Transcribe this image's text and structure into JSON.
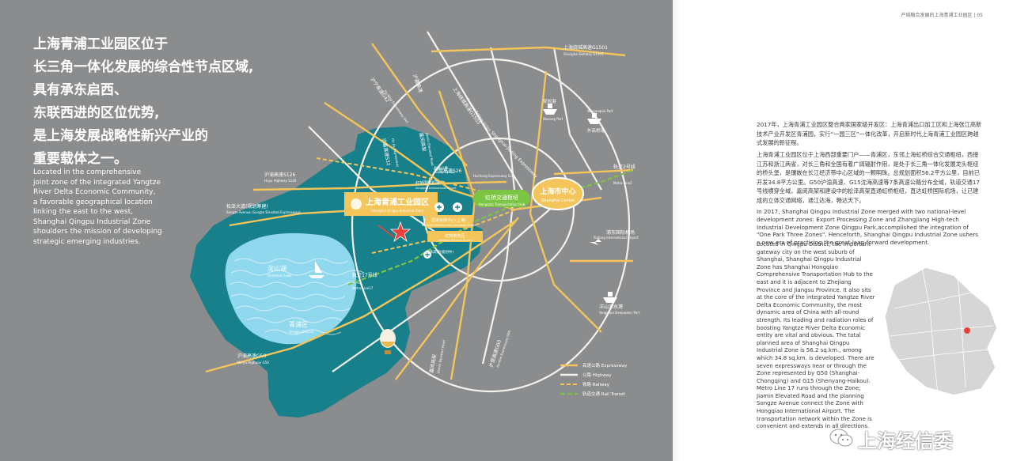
{
  "headline_cn": [
    "上海青浦工业园区位于",
    "长三角一体化发展的综合性节点区域,",
    "具有承东启西、",
    "东联西进的区位优势,",
    "是上海发展战略性新兴产业的",
    "重要载体之一。"
  ],
  "headline_en": [
    "Located in the comprehensive",
    "joint zone of the integrated Yangtze",
    "River Delta Economic Community,",
    "a favorable geographical location",
    "linking the east to the west,",
    "Shanghai Qingpu Industrial Zone",
    "shoulders the mission of developing",
    "strategic emerging industries."
  ],
  "map": {
    "colors": {
      "panel": "#8a8c8e",
      "zone": "#17808a",
      "lake": "#8fd8ee",
      "expressway": "#f3c55a",
      "highway": "#f4f1ea",
      "railway": "#f3c55a",
      "rail_transit": "#7cc443",
      "center": "#f3c55a",
      "star": "#e6443a"
    },
    "labels": {
      "g1501": "上海绕城高速G1501",
      "g1501_en": "Shanghai Beltway G1501",
      "g42": "沪宁高速G42",
      "g42_en": "Hu-Ning Expressway G42",
      "s5": "沪嘉高速",
      "s26": "沪常高速S26",
      "s26_en": "Huchang Expressway S26",
      "g1503": "上海绕城高速G1503",
      "g1503_en": "Shanghai Beltway G1503",
      "s5_en": "Shanghai-Jiading Expressway",
      "wusong": "吴淞港",
      "wusong_en": "Wusong Port",
      "waigaoqiao": "外高桥港",
      "waigaoqiao_en": "Waigaoqiao Port",
      "metro2": "轨交2号线",
      "metro2_en": "Metro Line2",
      "pudong_airport": "浦东国际机场",
      "pudong_airport_en": "Pudong International Airport",
      "yangshan": "洋山深水港",
      "yangshan_en": "Yangshan Deepwater Port",
      "s32": "沪嘉高速S32",
      "s32_en": "Hu-Jia Expressway",
      "s126": "沪渝高速S126",
      "s126_en": "Huyu Highway S126",
      "songze": "松泽大道(规划筹建)",
      "songze_en": "Songze Avenue (Songze Elevated Expressway)",
      "dianshan": "淀山湖",
      "dianshan_en": "Dianshan Lake",
      "metro17": "轨交17号线",
      "metro17_en": "Metro Line17",
      "qingpu_district": "青浦区",
      "qingpu_district_en": "Qingpu District",
      "g50": "沪渝高速G50",
      "g50_en": "Hu-yu Highway G50",
      "g60": "沪昆高速G60",
      "g60_en": "Hu-Kun Expressway G60",
      "jiamin": "嘉闵高架",
      "jiamin_en": "Jiamin Elevated Road",
      "hongqiao": "虹桥交通枢纽",
      "hongqiao_en": "Hongqiao Transportation Hub",
      "center": "上海市中心",
      "center_en": "Shanghai Center",
      "park_logo": "上海青浦工业园区",
      "park_logo_en": "Shanghai Qingpu Industrial Zone",
      "expo_center": "国家会展中心(上海)",
      "expo_center_en": "National Exhibition and Convention Center",
      "hongqiao_airport": "虹桥国际机场",
      "hongqiao_airport_en": "Hongqiao International Airport",
      "business_district": "虹桥商务区",
      "business_district_en": "Hongqiao Business District",
      "jiamin_small": "嘉闵高架",
      "jiamin_small_en": "Jiamin Elevated Road",
      "songze_small": "松泽高架(规划中)",
      "beiqing": "北青公路",
      "beiqing_en": "Beiqing Highway"
    },
    "legend": [
      {
        "cn": "高速公路",
        "en": "Expressway",
        "style": "expressway"
      },
      {
        "cn": "公路",
        "en": "Highway",
        "style": "highway"
      },
      {
        "cn": "铁路",
        "en": "Railway",
        "style": "railway"
      },
      {
        "cn": "轨道交通",
        "en": "Rail Transit",
        "style": "rail"
      }
    ]
  },
  "right": {
    "page_header": "产城融合发展的上海青浦工业园区 | 05",
    "para1_cn": "2017年，上海青浦工业园区整合两家国家级开发区：上海青浦出口加工区和上海张江高新技术产业开发区青浦园，实行“一园三区”一体化改革，开启新时代上海青浦工业园区跨越式发展的新征程。",
    "para2_cn": "上海青浦工业园区位于上海西部重要门户——青浦区，东邻上海虹桥综合交通枢纽，西接江苏和浙江两省，对长三角和全国有着广阔辐射作用，是处于长三角一体化发展龙头枢纽的桥头堡，是镶嵌在长江经济带中心区域的一颗明珠。总规划面积56.2平方公里，目前已开发34.8平方公里。G50沪渝高速、G15沈海高速等7条高速公路分布全域，轨道交通17号线横穿全域，嘉闵高架和建设中的松泽高架直通虹桥枢纽，直达虹桥国际机场，让已建成的立体交通网络，通江达海，畅达天下。",
    "para3_en": "In 2017, Shanghai Qingpu Industrial Zone merged with two national-level development zones: Export Processing Zone and Zhangjiang High-tech Industrial Development Zone Qingpu Park,accomplished the integration of \"One Park Three Zones\". Henceforth, Shanghai Qingpu Industrial Zone ushers a new era of practicing the great-leap-forward development.",
    "para4_en": "Located in Qingpu District, the important gateway city on the west suburb of Shanghai, Shanghai Qingpu Industrial Zone has Shanghai Hongqiao Comprehensive Transportation Hub to the east and it is adjacent to Zhejiang Province and Jiangsu Province. It also sits at the core of the integrated Yangtze River Delta Economic Community, the most dynamic area of China with all-round strength. Its leading and radiation roles of boosting Yangtze River Delta Economic entity are vital and obvious. The total planned area of Shanghai Qingpu Industrial Zone is 56.2 sq.km., among which 34.8 sq.km. is developed. There are seven expressways near or through the Zone represented by G50 (Shanghai-Chongqing) and G15 (Shenyang-Haikou). Metro Line 17 runs through the Zone; Jiamin Elevated Road and the planning Songze Avenue connect the Zone with Hongqiao International Airport. The transportation network within the Zone is convenient and extends in all directions.",
    "watermark": "上海经信委"
  }
}
